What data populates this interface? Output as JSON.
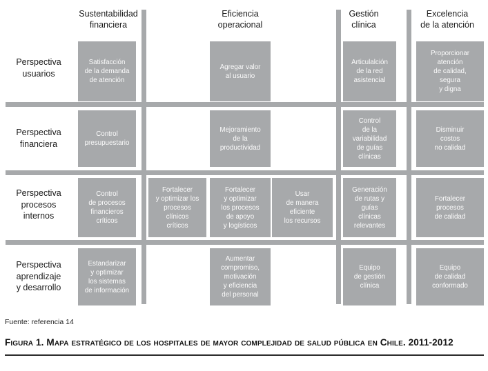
{
  "colors": {
    "box_gray": "#a7a9ab",
    "divider_gray": "#a7a9ab",
    "box_text": "#fbfbfb",
    "label_text": "#1c1c1c"
  },
  "col_headers": {
    "c1": "Sustentabilidad\nfinanciera",
    "c2": "Eficiencia\noperacional",
    "c3": "Gestión\nclínica",
    "c4": "Excelencia\nde la atención"
  },
  "row_labels": {
    "r1": "Perspectiva\nusuarios",
    "r2": "Perspectiva\nfinanciera",
    "r3": "Perspectiva\nprocesos\ninternos",
    "r4": "Perspectiva\naprendizaje\ny desarrollo"
  },
  "boxes": {
    "r1c1": "Satisfacción\nde la demanda\nde atención",
    "r1c2": "Agregar valor\nal usuario",
    "r1c3": "Articulalción\nde la red\nasistencial",
    "r1c4": "Proporcionar\natención\nde calidad,\nsegura\ny digna",
    "r2c1": "Control\npresupuestario",
    "r2c2": "Mejoramiento\nde la\nproductividad",
    "r2c3": "Control\nde la\nvariabilidad\nde guías\nclínicas",
    "r2c4": "Disminuir\ncostos\nno calidad",
    "r3c1": "Control\nde procesos\nfinancieros\ncríticos",
    "r3c2a": "Fortalecer\ny optimizar los\nprocesos\nclínicos\ncríticos",
    "r3c2b": "Fortalecer\ny optimizar\nlos procesos\nde apoyo\ny logísticos",
    "r3c2c": "Usar\nde manera\neficiente\nlos recursos",
    "r3c3": "Generación\nde rutas y\nguías\nclínicas\nrelevantes",
    "r3c4": "Fortalecer\nprocesos\nde calidad",
    "r4c1": "Estandarizar\ny optimizar\nlos sistemas\nde información",
    "r4c2": "Aumentar\ncompromiso,\nmotivación\ny eficiencia\ndel personal",
    "r4c3": "Equipo\nde gestión\nclínica",
    "r4c4": "Equipo\nde calidad\nconformado"
  },
  "footer": {
    "source": "Fuente: referencia 14",
    "caption": "Figura 1. Mapa estratégico de los hospitales de mayor complejidad de salud pública en Chile. 2011-2012"
  }
}
